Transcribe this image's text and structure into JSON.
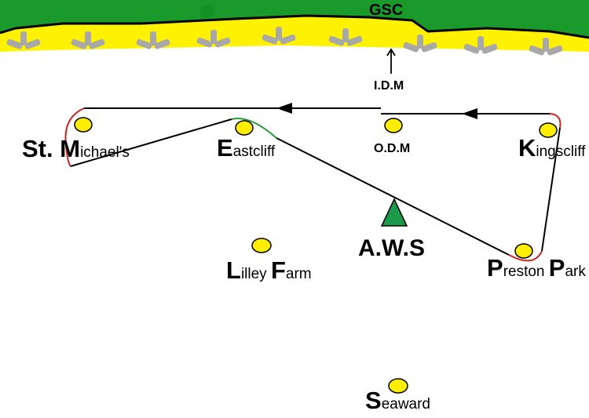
{
  "coast": {
    "label": "GSC",
    "land_color": "#1a9a2a",
    "beach_color": "#fff200",
    "coastline_color": "#000000"
  },
  "idm_label": "I.D.M",
  "aws_label": "A.W.S",
  "aws_color": "#1a9a4a",
  "stations": [
    {
      "name": "st-michaels",
      "big": "St. M",
      "small": "ichael's"
    },
    {
      "name": "eastcliff",
      "big": "E",
      "small": "astcliff"
    },
    {
      "name": "odm",
      "text": "O.D.M"
    },
    {
      "name": "kingscliff",
      "big": "K",
      "small": "ingscliff"
    },
    {
      "name": "lilley-farm",
      "big1": "L",
      "small1": "illey ",
      "big2": "F",
      "small2": "arm"
    },
    {
      "name": "preston-park",
      "big1": "P",
      "small1": "reston ",
      "big2": "P",
      "small2": "ark"
    },
    {
      "name": "seaward",
      "big": "S",
      "small": "eaward"
    }
  ],
  "marker_color": "#ffee00",
  "curve_colors": {
    "red": "#cc2222",
    "green": "#2a9a3a"
  }
}
